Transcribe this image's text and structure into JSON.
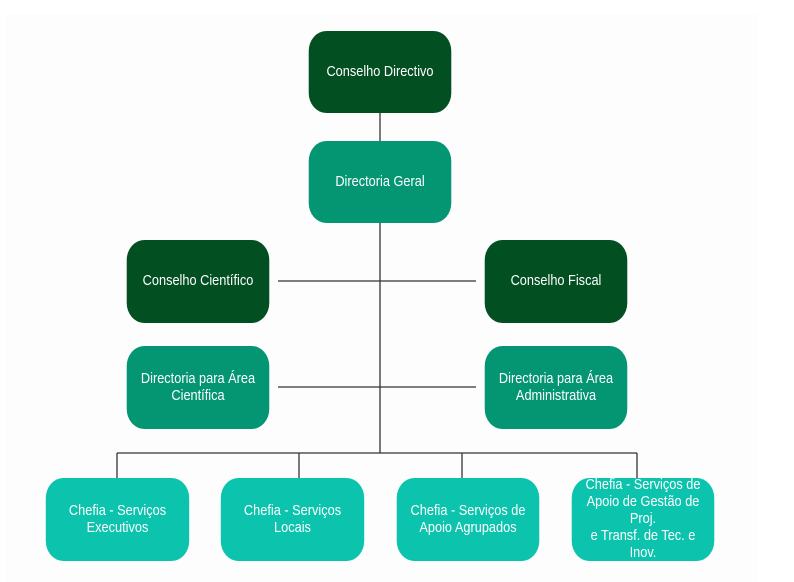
{
  "title": "Organigrama",
  "colors": {
    "dark": "#024f22",
    "mid": "#049673",
    "light": "#0cc4ad",
    "connector": "#333333",
    "text": "#ffffff"
  },
  "nodes": {
    "conselho_directivo": {
      "label": "Conselho Directivo",
      "level": "dark"
    },
    "directoria_geral": {
      "label": "Directoria Geral",
      "level": "mid"
    },
    "conselho_cientifico": {
      "label": "Conselho Científico",
      "level": "dark"
    },
    "conselho_fiscal": {
      "label": "Conselho Fiscal",
      "level": "dark"
    },
    "directoria_area_cientifica": {
      "label": "Directoria para Área\nCientífica",
      "level": "mid"
    },
    "directoria_area_administrativa": {
      "label": "Directoria para Área\nAdministrativa",
      "level": "mid"
    },
    "chefia_servicos_executivos": {
      "label": "Chefia - Serviços\nExecutivos",
      "level": "light"
    },
    "chefia_servicos_locais": {
      "label": "Chefia - Serviços Locais",
      "level": "light"
    },
    "chefia_servicos_apoio_agrupados": {
      "label": "Chefia - Serviços de\nApoio Agrupados",
      "level": "light"
    },
    "chefia_servicos_apoio_gestao": {
      "label": "Chefia - Serviços de\nApoio de Gestão de Proj.\ne Transf. de Tec. e Inov.",
      "level": "light"
    }
  },
  "edges": [
    [
      "conselho_directivo",
      "directoria_geral"
    ],
    [
      "directoria_geral",
      "conselho_cientifico"
    ],
    [
      "directoria_geral",
      "conselho_fiscal"
    ],
    [
      "directoria_geral",
      "directoria_area_cientifica"
    ],
    [
      "directoria_geral",
      "directoria_area_administrativa"
    ],
    [
      "directoria_geral",
      "chefia_servicos_executivos"
    ],
    [
      "directoria_geral",
      "chefia_servicos_locais"
    ],
    [
      "directoria_geral",
      "chefia_servicos_apoio_agrupados"
    ],
    [
      "directoria_geral",
      "chefia_servicos_apoio_gestao"
    ]
  ]
}
